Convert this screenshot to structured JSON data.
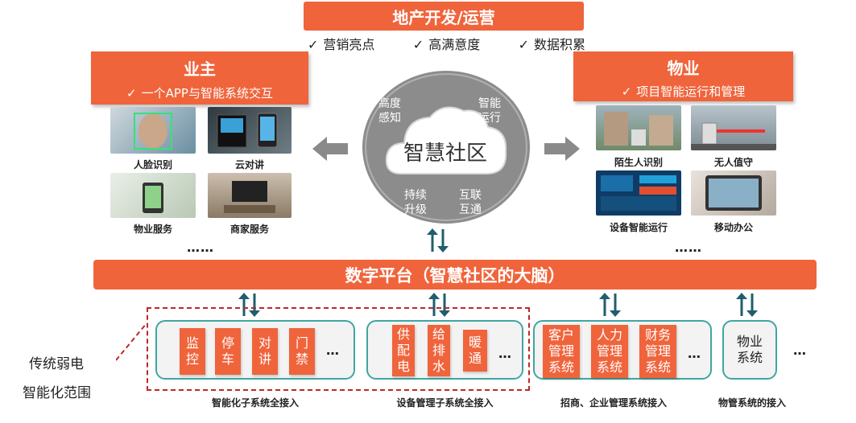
{
  "top": {
    "title": "地产开发/运营",
    "checks": [
      "营销亮点",
      "高满意度",
      "数据积累"
    ]
  },
  "owner": {
    "title": "业主",
    "subtitle": "一个APP与智能系统交互",
    "photos": [
      {
        "label": "人脸识别"
      },
      {
        "label": "云对讲"
      },
      {
        "label": "物业服务"
      },
      {
        "label": "商家服务"
      }
    ],
    "more": "……"
  },
  "property": {
    "title": "物业",
    "subtitle": "项目智能运行和管理",
    "photos": [
      {
        "label": "陌生人识别"
      },
      {
        "label": "无人值守"
      },
      {
        "label": "设备智能运行"
      },
      {
        "label": "移动办公"
      }
    ],
    "more": "……"
  },
  "center": {
    "title": "智慧社区",
    "ring": {
      "top_left": "高度\n感知",
      "top_right": "智能\n运行",
      "bottom_left": "持续\n升级",
      "bottom_right": "互联\n互通"
    }
  },
  "platform": {
    "title": "数字平台（智慧社区的大脑）"
  },
  "check_mark": "✓",
  "groups": [
    {
      "tiles": [
        "监\n控",
        "停\n车",
        "对\n讲",
        "门\n禁"
      ],
      "more": "…",
      "label": "智能化子系统全接入"
    },
    {
      "tiles": [
        "供\n配\n电",
        "给\n排\n水",
        "暖\n通"
      ],
      "more": "…",
      "label": "设备管理子系统全接入"
    },
    {
      "tiles": [
        "客户\n管理\n系统",
        "人力\n管理\n系统",
        "财务\n管理\n系统"
      ],
      "more": "…",
      "label": "招商、企业管理系统接入"
    },
    {
      "tiles": [
        "物业\n系统"
      ],
      "more": "…",
      "label": "物管系统的接入"
    }
  ],
  "traditional": {
    "line1": "传统弱电",
    "line2": "智能化范围"
  },
  "colors": {
    "accent": "#f0643c",
    "teal": "#3fa6a0",
    "arrow": "#1f5e6e",
    "dashed": "#c0262a"
  }
}
